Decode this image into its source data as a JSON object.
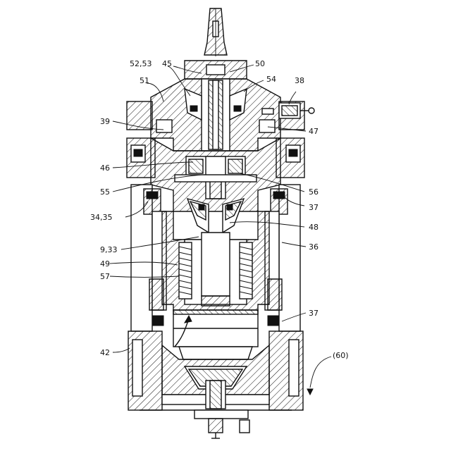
{
  "labels": {
    "l52_53": "52,53",
    "l45": "45",
    "l50": "50",
    "l51": "51",
    "l54": "54",
    "l38": "38",
    "l39": "39",
    "l47": "47",
    "l46": "46",
    "l55": "55",
    "l56": "56",
    "l34_35": "34,35",
    "l37a": "37",
    "l48": "48",
    "l9_33": "9,33",
    "l36": "36",
    "l49": "49",
    "l57": "57",
    "l37b": "37",
    "l42": "42",
    "l60": "(60)"
  }
}
